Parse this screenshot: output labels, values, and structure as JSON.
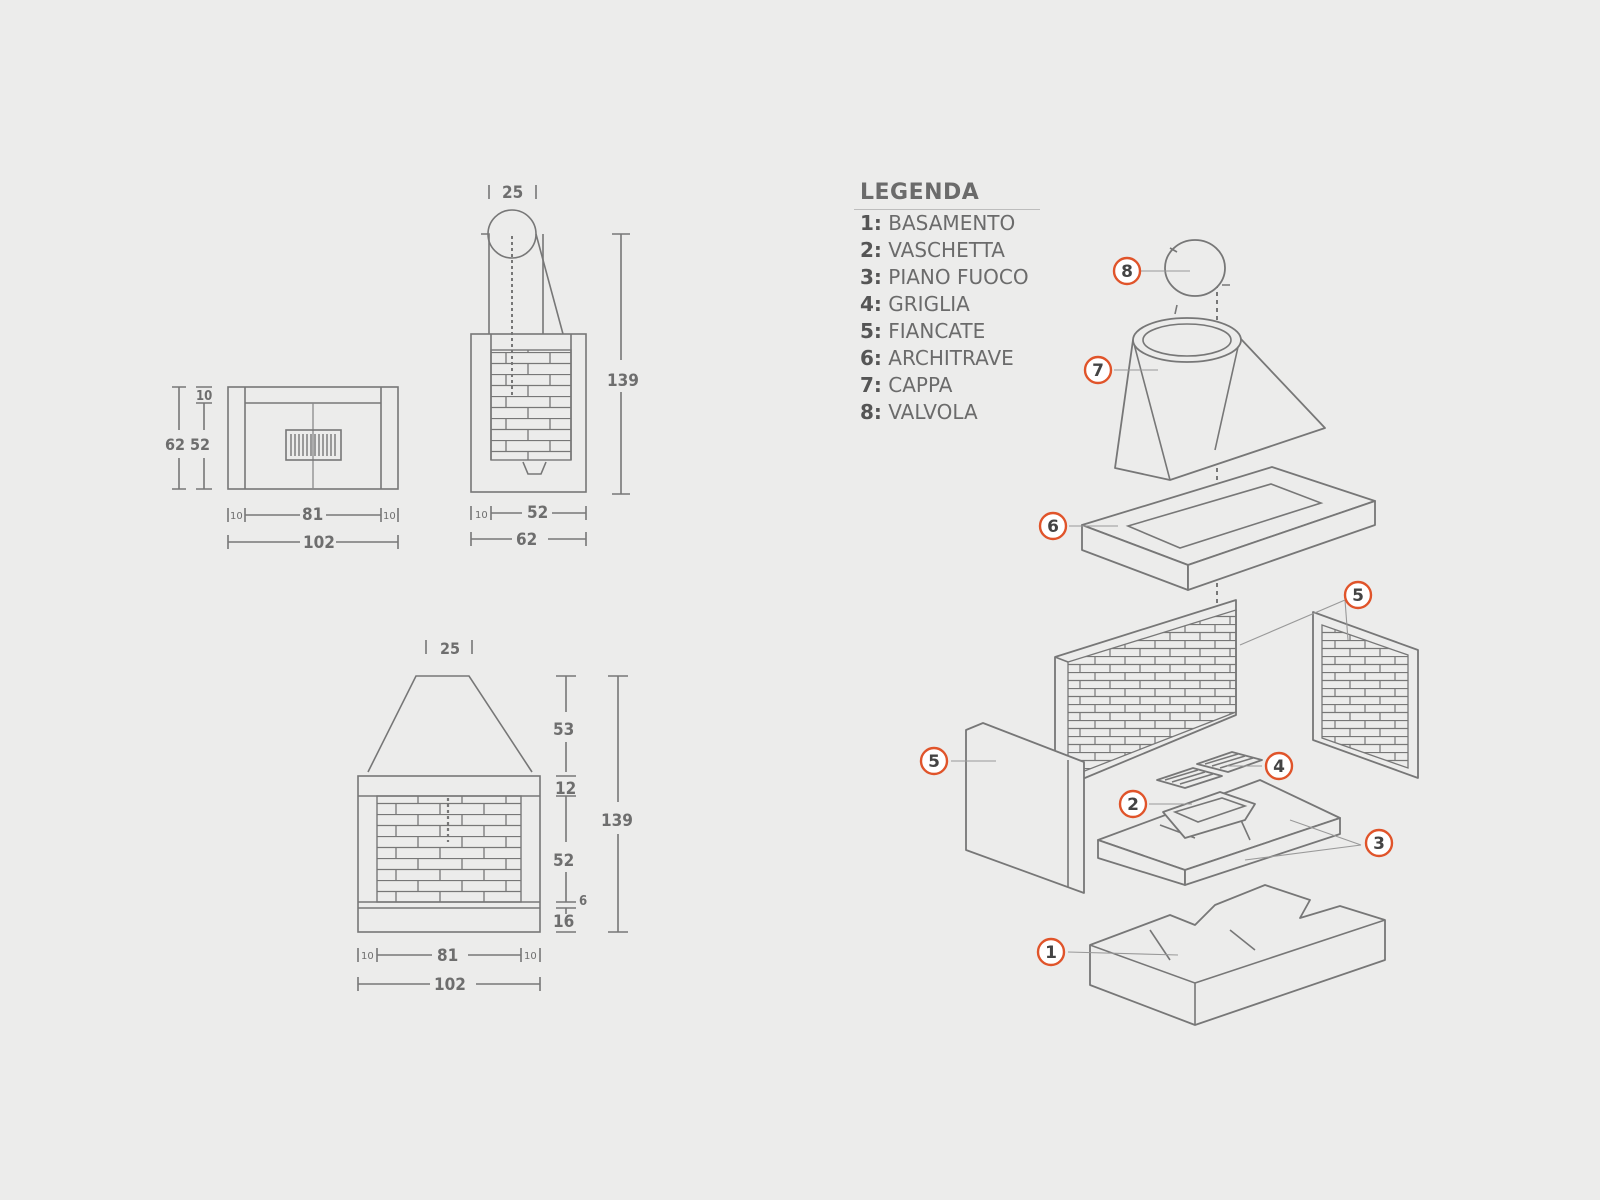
{
  "legend": {
    "title": "LEGENDA",
    "items": [
      {
        "num": "1:",
        "label": "BASAMENTO"
      },
      {
        "num": "2:",
        "label": "VASCHETTA"
      },
      {
        "num": "3:",
        "label": "PIANO FUOCO"
      },
      {
        "num": "4:",
        "label": "GRIGLIA"
      },
      {
        "num": "5:",
        "label": "FIANCATE"
      },
      {
        "num": "6:",
        "label": "ARCHITRAVE"
      },
      {
        "num": "7:",
        "label": "CAPPA"
      },
      {
        "num": "8:",
        "label": "VALVOLA"
      }
    ]
  },
  "callouts": [
    "1",
    "2",
    "3",
    "4",
    "5",
    "5",
    "6",
    "7",
    "8"
  ],
  "dimensions": {
    "top_view": {
      "height_total": "62",
      "height_inner": "52",
      "top": "10",
      "width_inner": "81",
      "side_left": "10",
      "side_right": "10",
      "width_total": "102"
    },
    "side_view": {
      "chimney": "25",
      "height": "139",
      "depth_inner": "52",
      "depth_side": "10",
      "depth_total": "62"
    },
    "front_view": {
      "chimney": "25",
      "hood": "53",
      "lintel": "12",
      "opening": "52",
      "hearth": "6",
      "base": "16",
      "height": "139",
      "width_inner": "81",
      "side_left": "10",
      "side_right": "10",
      "width_total": "102"
    }
  },
  "colors": {
    "background": "#ececeb",
    "line": "#777777",
    "accent": "#e0542a",
    "text": "#6b6b6b"
  }
}
